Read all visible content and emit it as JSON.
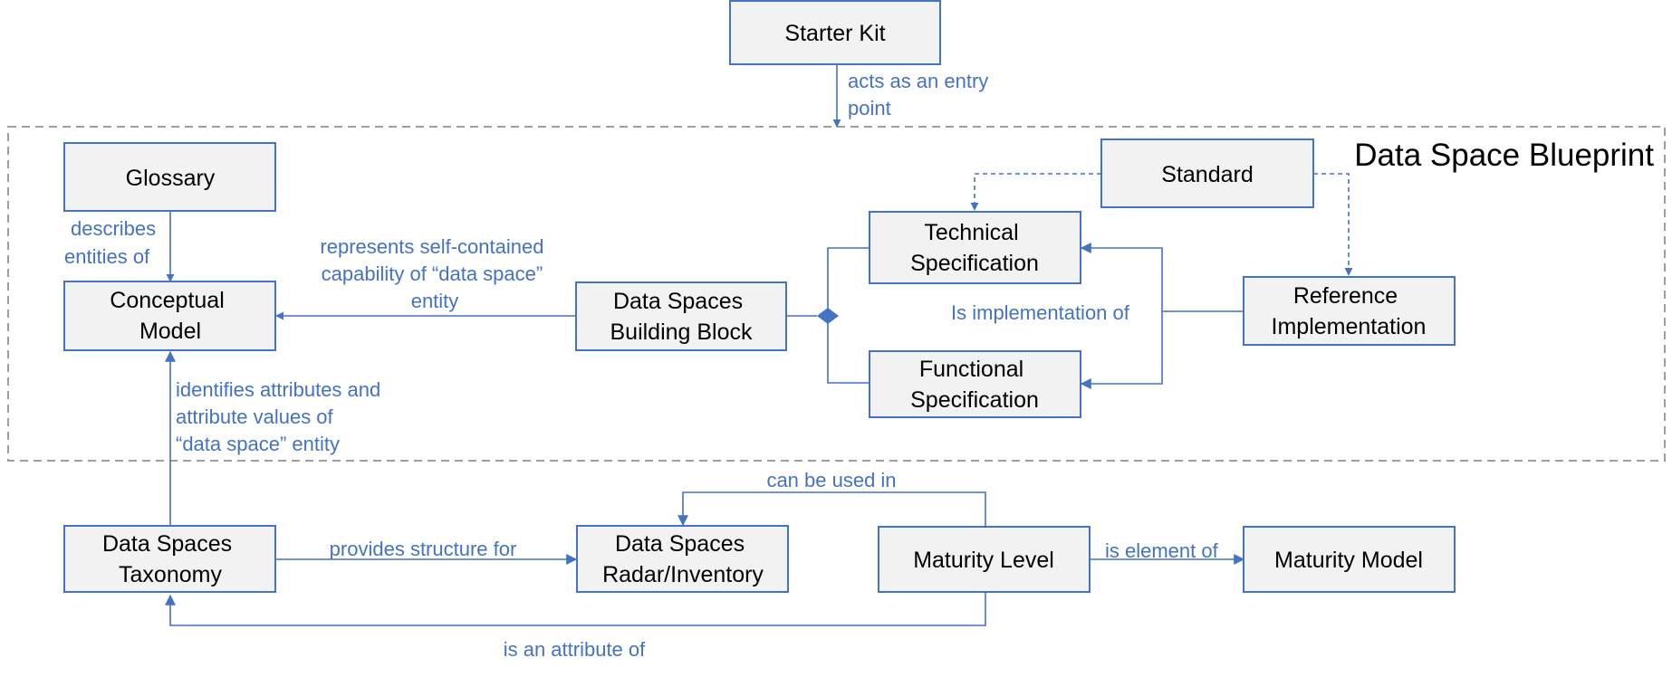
{
  "blueprint": {
    "title": "Data Space Blueprint"
  },
  "nodes": {
    "starter_kit": [
      "Starter Kit"
    ],
    "glossary": [
      "Glossary"
    ],
    "conceptual_model": [
      "Conceptual",
      "Model"
    ],
    "building_block": [
      "Data Spaces",
      "Building Block"
    ],
    "technical_spec": [
      "Technical",
      "Specification"
    ],
    "functional_spec": [
      "Functional",
      "Specification"
    ],
    "standard": [
      "Standard"
    ],
    "reference_impl": [
      "Reference",
      "Implementation"
    ],
    "taxonomy": [
      "Data Spaces",
      "Taxonomy"
    ],
    "radar": [
      "Data Spaces",
      "Radar/Inventory"
    ],
    "maturity_level": [
      "Maturity Level"
    ],
    "maturity_model": [
      "Maturity Model"
    ]
  },
  "edges": {
    "entry_point": [
      "acts as an entry",
      "point"
    ],
    "describes": [
      "describes",
      "entities of"
    ],
    "represents": [
      "represents self-contained",
      "capability of “data space”",
      "entity"
    ],
    "implementation_of": [
      "Is implementation of"
    ],
    "identifies": [
      "identifies attributes and",
      "attribute values of",
      "“data space” entity"
    ],
    "provides_structure": [
      "provides structure for"
    ],
    "can_be_used": [
      "can be used in"
    ],
    "element_of": [
      "is element of"
    ],
    "attribute_of": [
      "is an attribute of"
    ]
  }
}
